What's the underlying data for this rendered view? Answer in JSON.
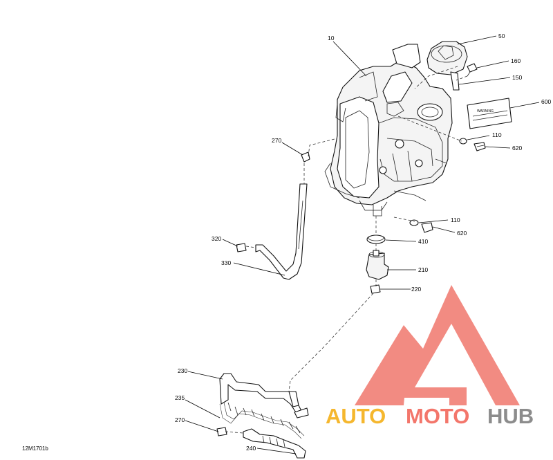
{
  "diagram": {
    "id": "12M1701b",
    "callouts": [
      "10",
      "50",
      "160",
      "150",
      "600",
      "110",
      "620",
      "270",
      "110",
      "620",
      "320",
      "410",
      "330",
      "210",
      "220",
      "230",
      "235",
      "270",
      "240"
    ]
  },
  "watermark": {
    "part1": "AUTO",
    "part2": "MOTO",
    "part3": "HUB",
    "colors": {
      "part1": "#f5b72e",
      "part2": "#f3766b",
      "part3": "#8c8c8c",
      "logo": "#f28b82"
    }
  },
  "decal_text": "WARNING"
}
